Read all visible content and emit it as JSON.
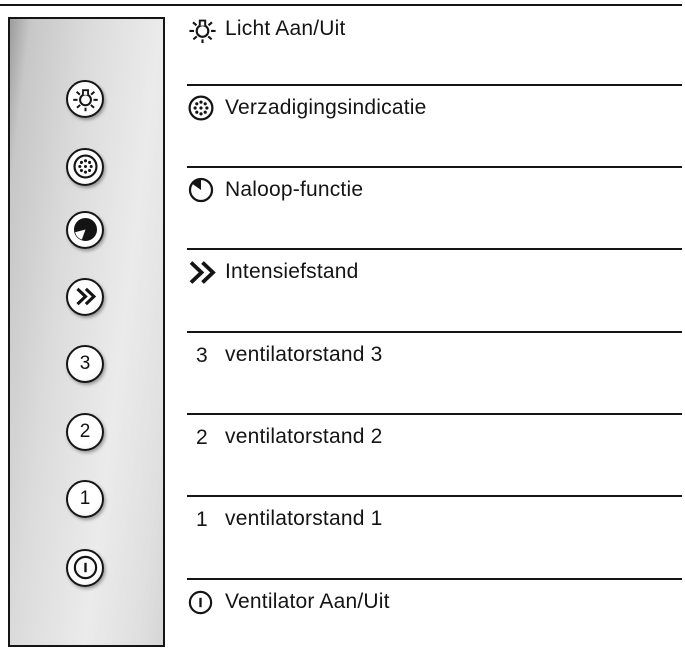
{
  "legend": {
    "rows": [
      {
        "icon": "light-icon",
        "label": "Licht Aan/Uit"
      },
      {
        "icon": "saturation-icon",
        "label": "Verzadigingsindicatie"
      },
      {
        "icon": "run-on-icon",
        "label": "Naloop-functie"
      },
      {
        "icon": "intensive-icon",
        "label": "Intensiefstand"
      },
      {
        "icon": "digit",
        "key": "3",
        "label": "ventilatorstand 3"
      },
      {
        "icon": "digit",
        "key": "2",
        "label": "ventilatorstand 2"
      },
      {
        "icon": "digit",
        "key": "1",
        "label": "ventilatorstand 1"
      },
      {
        "icon": "power-icon",
        "label": "Ventilator Aan/Uit"
      }
    ]
  },
  "panel": {
    "buttons": [
      {
        "name": "light-button",
        "glyph": "light"
      },
      {
        "name": "saturation-button",
        "glyph": "dotted-circle"
      },
      {
        "name": "run-on-button",
        "glyph": "pie-inverted"
      },
      {
        "name": "intensive-button",
        "glyph": "double-chevron"
      },
      {
        "name": "fan-speed-3-button",
        "label": "3"
      },
      {
        "name": "fan-speed-2-button",
        "label": "2"
      },
      {
        "name": "fan-speed-1-button",
        "label": "1"
      },
      {
        "name": "power-button",
        "glyph": "power"
      }
    ]
  },
  "colors": {
    "line": "#151515",
    "text": "#141414",
    "panel_gradient_dark": "#9c9c9c",
    "panel_gradient_light": "#ebebeb",
    "button_face": "#ffffff"
  }
}
